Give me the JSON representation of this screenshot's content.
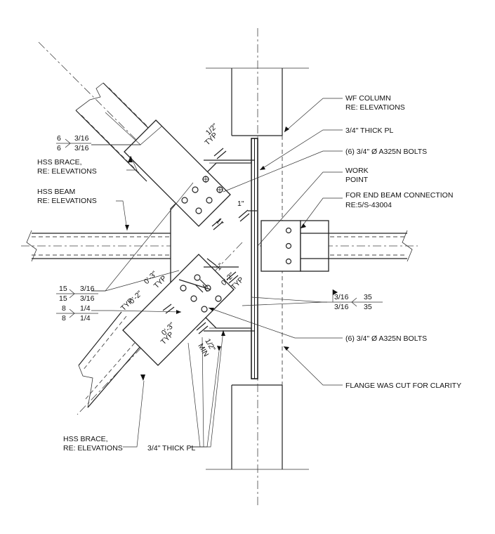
{
  "labels": {
    "wf_column": [
      "WF COLUMN",
      "RE: ELEVATIONS"
    ],
    "thick_pl_top": "3/4\" THICK PL",
    "bolts_top": "(6) 3/4\" Ø A325N BOLTS",
    "work_point": [
      "WORK",
      "POINT"
    ],
    "end_beam": [
      "FOR END BEAM CONNECTION",
      "RE:5/S-43004"
    ],
    "hss_brace_top": [
      "HSS BRACE,",
      "RE: ELEVATIONS"
    ],
    "hss_beam": [
      "HSS BEAM",
      "RE: ELEVATIONS"
    ],
    "bolts_bottom": "(6) 3/4\" Ø A325N BOLTS",
    "flange_cut": "FLANGE WAS CUT FOR CLARITY",
    "hss_brace_bottom": [
      "HSS BRACE,",
      "RE: ELEVATIONS"
    ],
    "thick_pl_bottom": "3/4\" THICK PL"
  },
  "welds": {
    "w1": [
      "6",
      "6",
      "3/16",
      "3/16"
    ],
    "w2": [
      "15",
      "15",
      "3/16",
      "3/16"
    ],
    "w3": [
      "8",
      "8",
      "1/4",
      "1/4"
    ],
    "w4": [
      "3/16",
      "3/16",
      "35",
      "35"
    ]
  },
  "dims": {
    "half_typ": [
      "1/2\"",
      "TYP"
    ],
    "one_inch_a": "1\"",
    "one_inch_b": "1\"",
    "one_inch_c": "1\"",
    "d03_a": [
      "0'-3\"",
      "TYP"
    ],
    "d02_a": [
      "0'-2\"",
      "TYP"
    ],
    "d02_b": [
      "0'-2\"",
      "TYP"
    ],
    "d03_b": [
      "0'-3\"",
      "TYP"
    ],
    "half_min": [
      "1/2\"",
      "MIN"
    ]
  }
}
